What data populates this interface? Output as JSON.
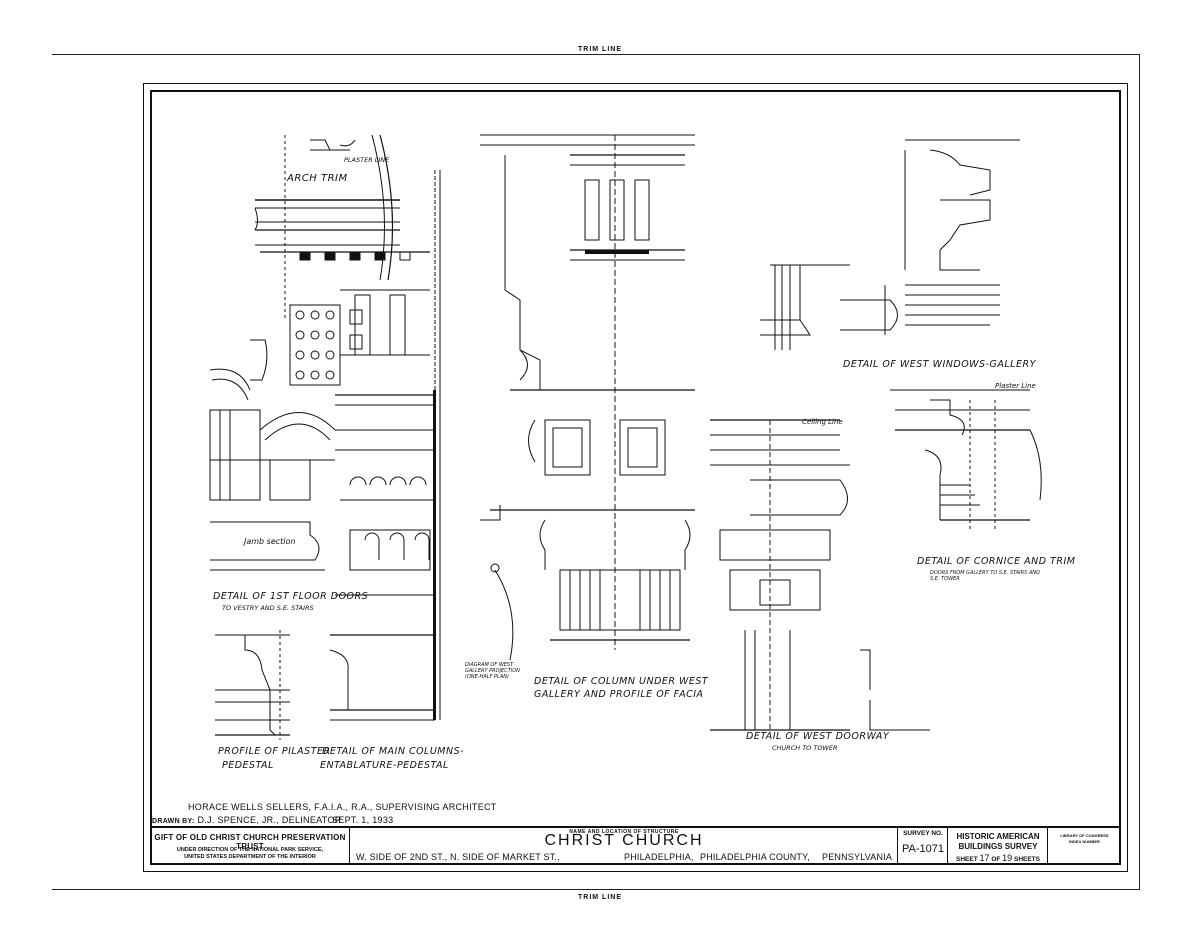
{
  "trim_line_label": "TRIM LINE",
  "detail_labels": [
    {
      "id": "arch-trim",
      "text": "ARCH TRIM"
    },
    {
      "id": "plaster-line-top",
      "text": "Plaster Line"
    },
    {
      "id": "first-floor-doors",
      "text": "DETAIL of 1ST FLOOR DOORS"
    },
    {
      "id": "first-floor-doors-sub",
      "text": "TO VESTRY and S.E. STAIRS"
    },
    {
      "id": "jamb-section",
      "text": "Jamb section"
    },
    {
      "id": "pilaster",
      "text": "PROFILE of PILASTER"
    },
    {
      "id": "pilaster-2",
      "text": "PEDESTAL"
    },
    {
      "id": "main-columns",
      "text": "DETAIL of MAIN COLUMNS-"
    },
    {
      "id": "main-columns-2",
      "text": "ENTABLATURE-PEDESTAL"
    },
    {
      "id": "column-west",
      "text": "DETAIL of COLUMN UNDER WEST"
    },
    {
      "id": "column-west-2",
      "text": "GALLERY and PROFILE of FACIA"
    },
    {
      "id": "diagram",
      "text": "DIAGRAM of WEST GALLERY PROJECTION (one-half plan)"
    },
    {
      "id": "west-windows",
      "text": "DETAIL of WEST WINDOWS-GALLERY"
    },
    {
      "id": "cornice",
      "text": "DETAIL of CORNICE and TRIM"
    },
    {
      "id": "cornice-sub",
      "text": "DOORS from GALLERY to S.E. STAIRS and S.E. TOWER"
    },
    {
      "id": "west-doorway",
      "text": "DETAIL of WEST DOORWAY"
    },
    {
      "id": "west-doorway-sub",
      "text": "CHURCH TO TOWER"
    },
    {
      "id": "ceiling-line",
      "text": "Ceiling Line"
    },
    {
      "id": "plaster-line-r",
      "text": "Plaster Line"
    }
  ],
  "credits": {
    "architect": "HORACE WELLS SELLERS, F.A.I.A., R.A., SUPERVISING ARCHITECT",
    "drawn_by_label": "DRAWN BY:",
    "delineator": "D.J. SPENCE, JR., DELINEATOR",
    "date": "SEPT. 1, 1933"
  },
  "title_block": {
    "gift": "GIFT OF OLD CHRIST CHURCH PRESERVATION TRUST",
    "under_direction_1": "UNDER DIRECTION OF THE NATIONAL PARK SERVICE,",
    "under_direction_2": "UNITED STATES DEPARTMENT OF THE INTERIOR",
    "name_location_label": "NAME AND LOCATION OF STRUCTURE",
    "structure_name": "CHRIST CHURCH",
    "address": "W. SIDE OF 2ND ST., N. SIDE OF MARKET ST.,",
    "city": "PHILADELPHIA,",
    "county": "PHILADELPHIA COUNTY,",
    "state": "PENNSYLVANIA",
    "survey_no_label": "SURVEY NO.",
    "survey_no": "PA-1071",
    "habs_1": "HISTORIC AMERICAN",
    "habs_2": "BUILDINGS SURVEY",
    "sheet_label": "SHEET",
    "sheet_no": "17",
    "of_label": "OF",
    "sheet_total": "19",
    "sheets_label": "SHEETS",
    "loc_1": "LIBRARY OF CONGRESS",
    "loc_2": "INDEX NUMBER"
  }
}
